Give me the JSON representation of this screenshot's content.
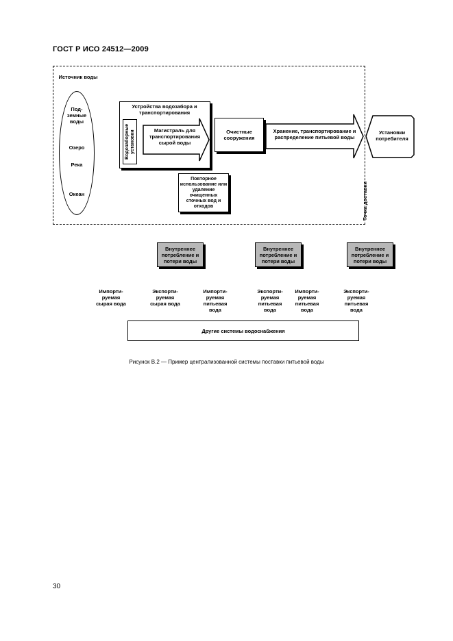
{
  "header": {
    "standard": "ГОСТ Р ИСО 24512—2009"
  },
  "diagram": {
    "source_label": "Источник воды",
    "sources": [
      "Под-земные воды",
      "Озеро",
      "Река",
      "Океан"
    ],
    "intake_title": "Устройства водозабора и транспортирования",
    "intake_wells": "Водозаборные установки",
    "raw_main": "Магистраль для транспортирования сырой воды",
    "treatment": "Очистные сооружения",
    "distribution": "Хранение, транспортирование и распределение питьевой воды",
    "consumer": "Установки потребителя",
    "delivery_point": "Точка доставки",
    "reuse": "Повторное использование или удаление очищенных сточных вод и отходов",
    "internal_losses": [
      "Внутреннее потребление и потери воды",
      "Внутреннее потребление и потери воды",
      "Внутреннее потребление и потери воды"
    ],
    "flows": [
      "Импорти-руемая сырая вода",
      "Экспорти-руемая сырая вода",
      "Импорти-руемая питьевая вода",
      "Экспорти-руемая питьевая вода",
      "Импорти-руемая питьевая вода",
      "Экспорти-руемая питьевая вода"
    ],
    "other_systems": "Другие системы водоснабжения"
  },
  "caption": "Рисунок В.2 — Пример централизованной системы поставки питьевой воды",
  "page_number": "30"
}
